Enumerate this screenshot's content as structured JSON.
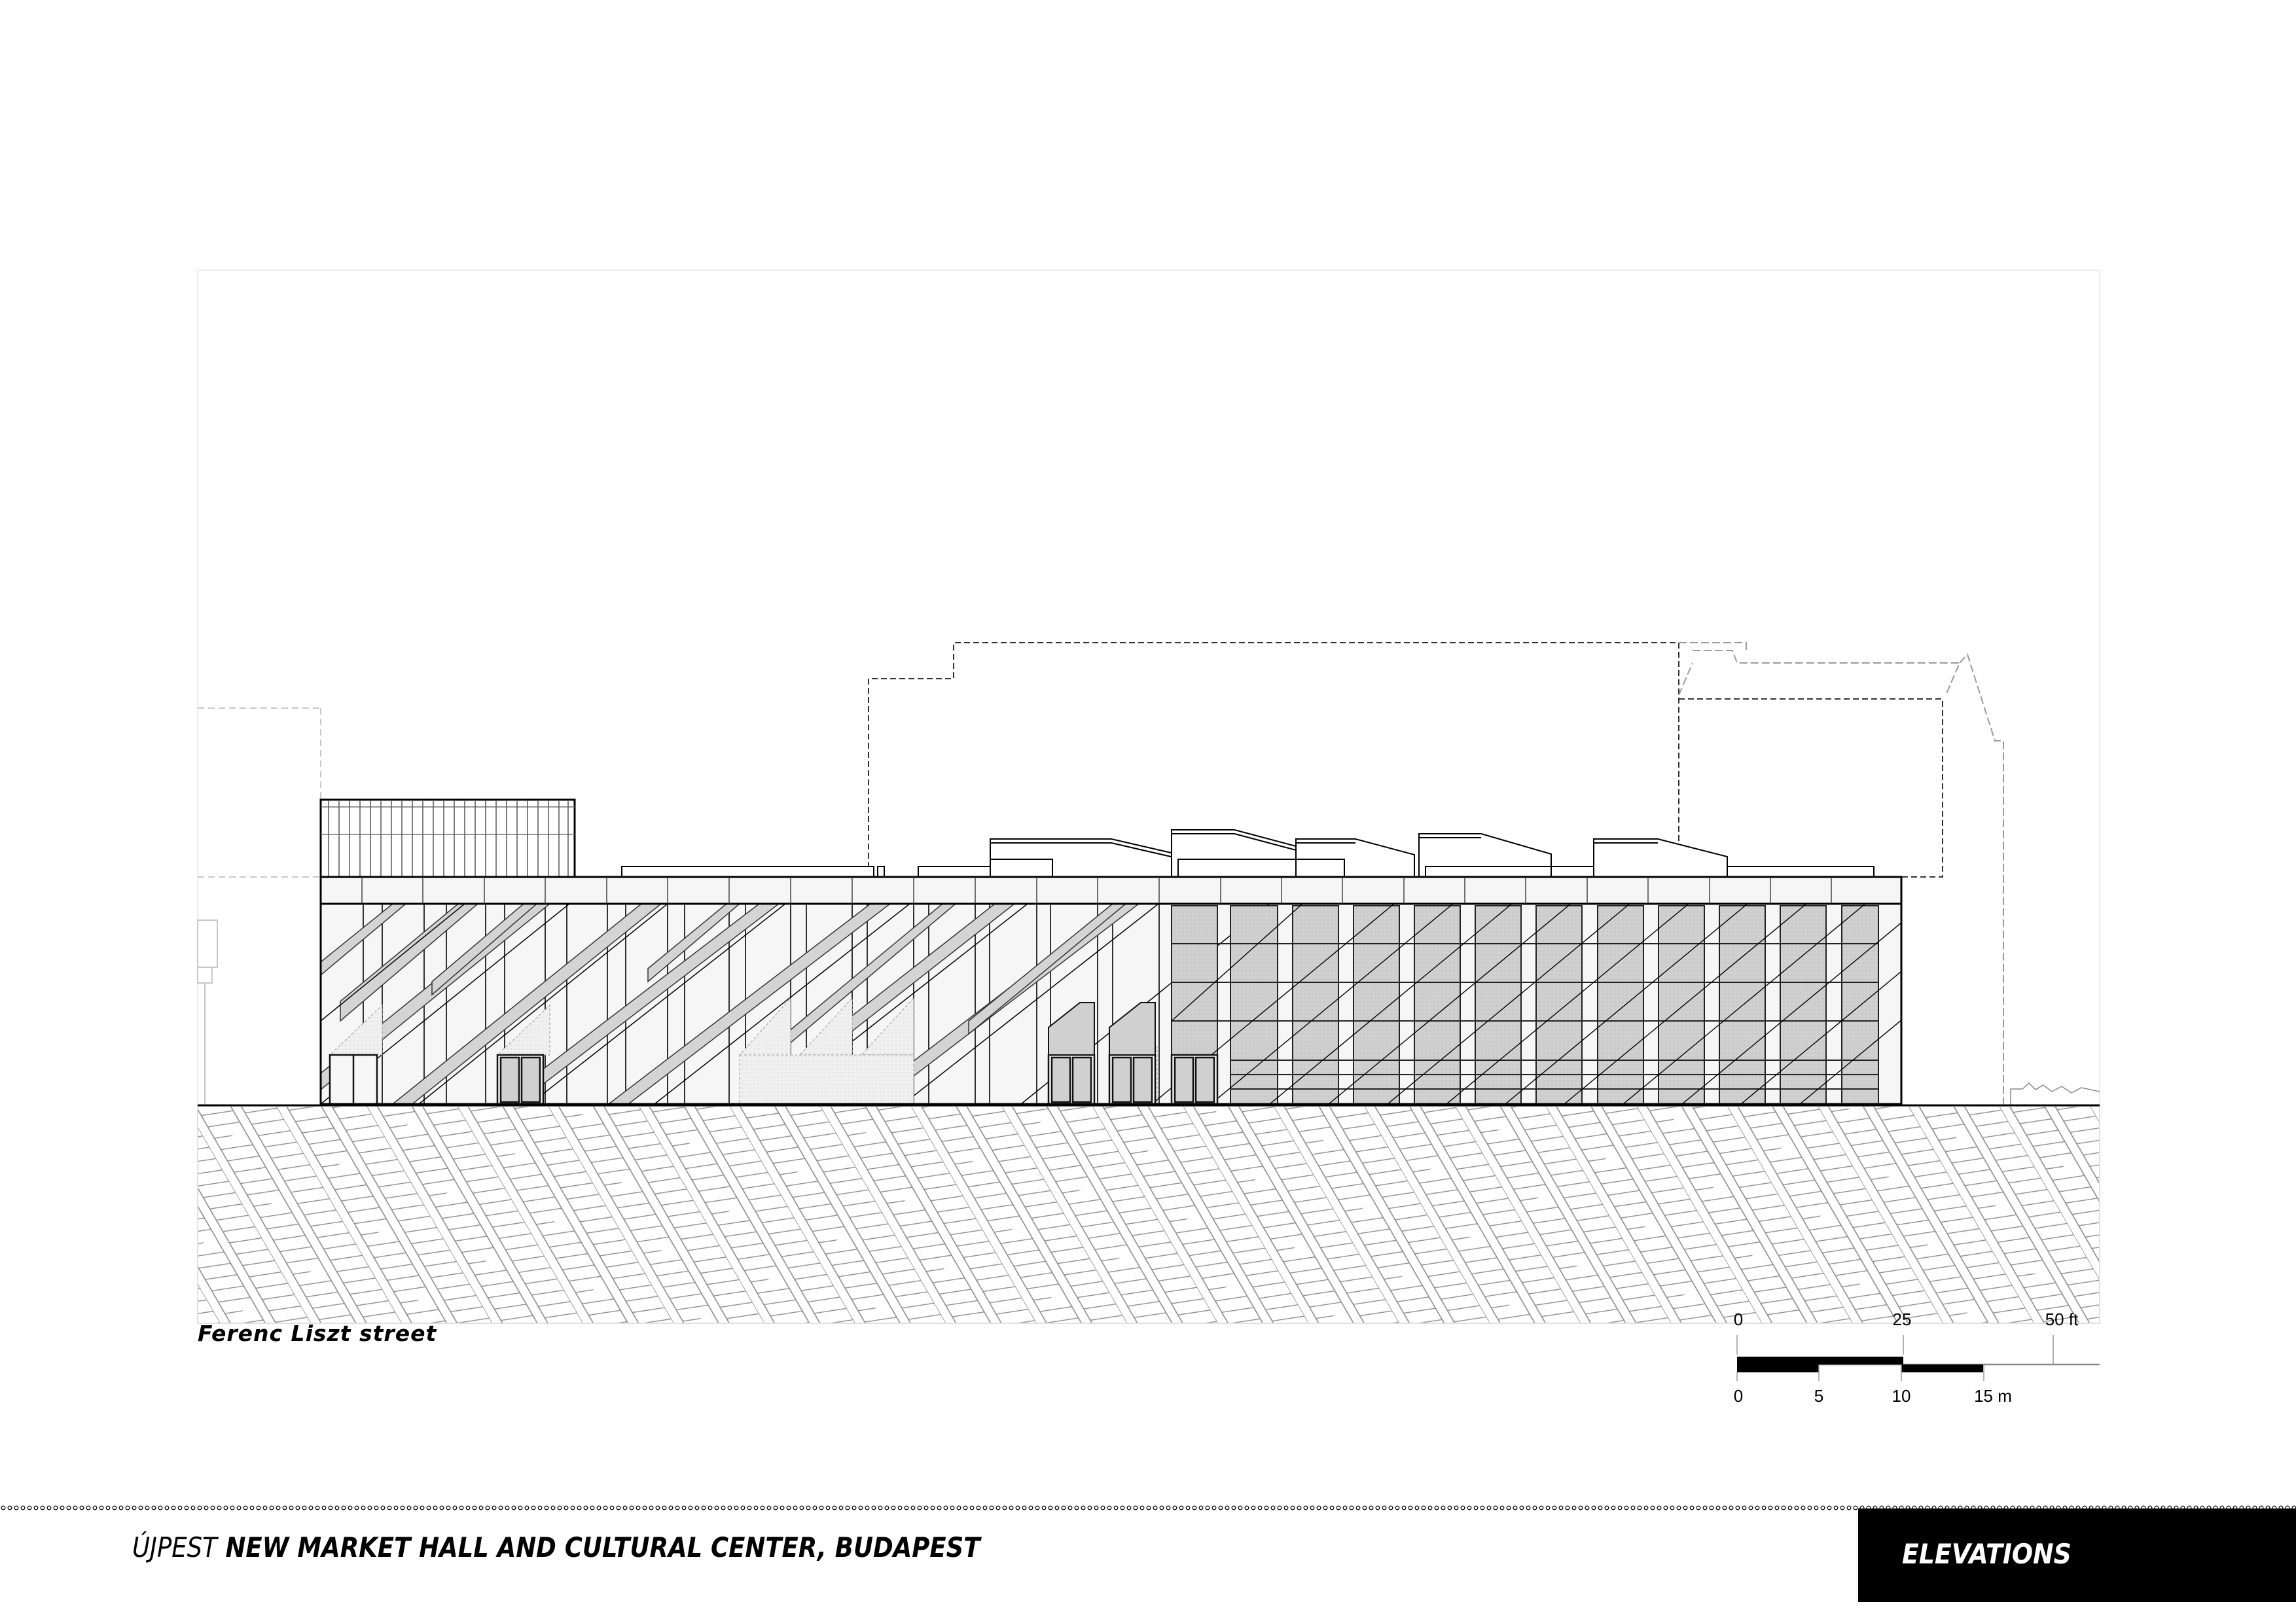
{
  "drawing": {
    "type": "architectural elevation",
    "street_label": "Ferenc Liszt street",
    "colors": {
      "line": "#000000",
      "glazing_fill": "#d3d3d3",
      "panel_fill": "#f6f6f6",
      "neighbor_dashed": "#333333",
      "hatch": "#8a8a8a"
    }
  },
  "scale_bar": {
    "imperial": {
      "ticks": [
        "0",
        "25",
        "50 ft"
      ]
    },
    "metric": {
      "ticks": [
        "0",
        "5",
        "10",
        "15 m"
      ]
    }
  },
  "footer": {
    "project_prefix": "ÚJPEST",
    "project_title": " NEW MARKET HALL AND CULTURAL CENTER, BUDAPEST",
    "sheet_title": "ELEVATIONS"
  }
}
